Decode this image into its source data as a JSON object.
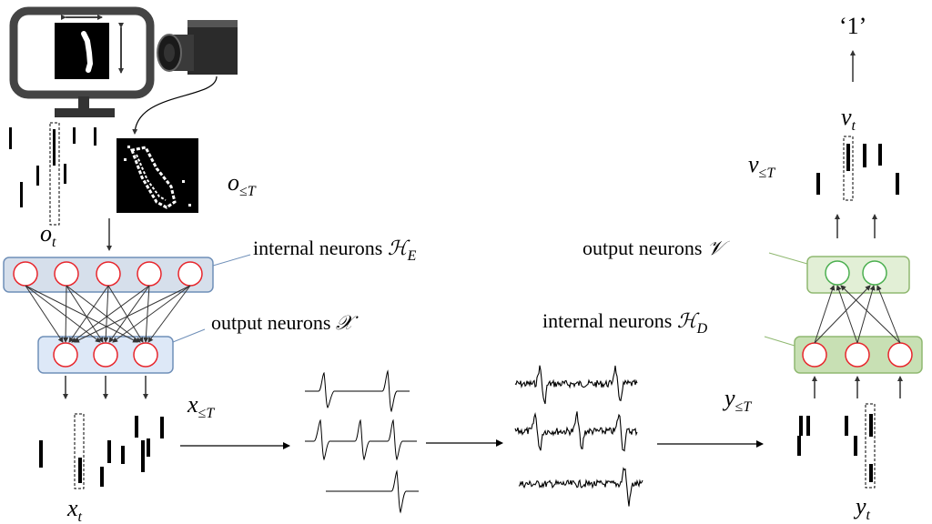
{
  "labels": {
    "internal_e": "internal neurons",
    "internal_e_sym": "ℋ",
    "internal_e_sub": "E",
    "output_x": "output neurons",
    "output_x_sym": "𝒳",
    "output_v": "output neurons",
    "output_v_sym": "𝒱",
    "internal_d": "internal neurons",
    "internal_d_sym": "ℋ",
    "internal_d_sub": "D",
    "o_t": "o",
    "o_t_sub": "t",
    "o_T": "o",
    "o_T_sub": "≤T",
    "x_T": "x",
    "x_T_sub": "≤T",
    "x_t": "x",
    "x_t_sub": "t",
    "y_T": "y",
    "y_T_sub": "≤T",
    "y_t": "y",
    "y_t_sub": "t",
    "v_T": "v",
    "v_T_sub": "≤T",
    "v_t": "v",
    "v_t_sub": "t",
    "result": "‘1’"
  },
  "colors": {
    "encoder_box": "#d6dfeb",
    "encoder_border": "#6f8fb8",
    "x_box": "#dde8f7",
    "decoder_box": "#c8e0b4",
    "v_box": "#e2efd6",
    "decoder_border": "#8fb870",
    "neuron_red": "#e8262c",
    "neuron_green": "#4caf50"
  }
}
